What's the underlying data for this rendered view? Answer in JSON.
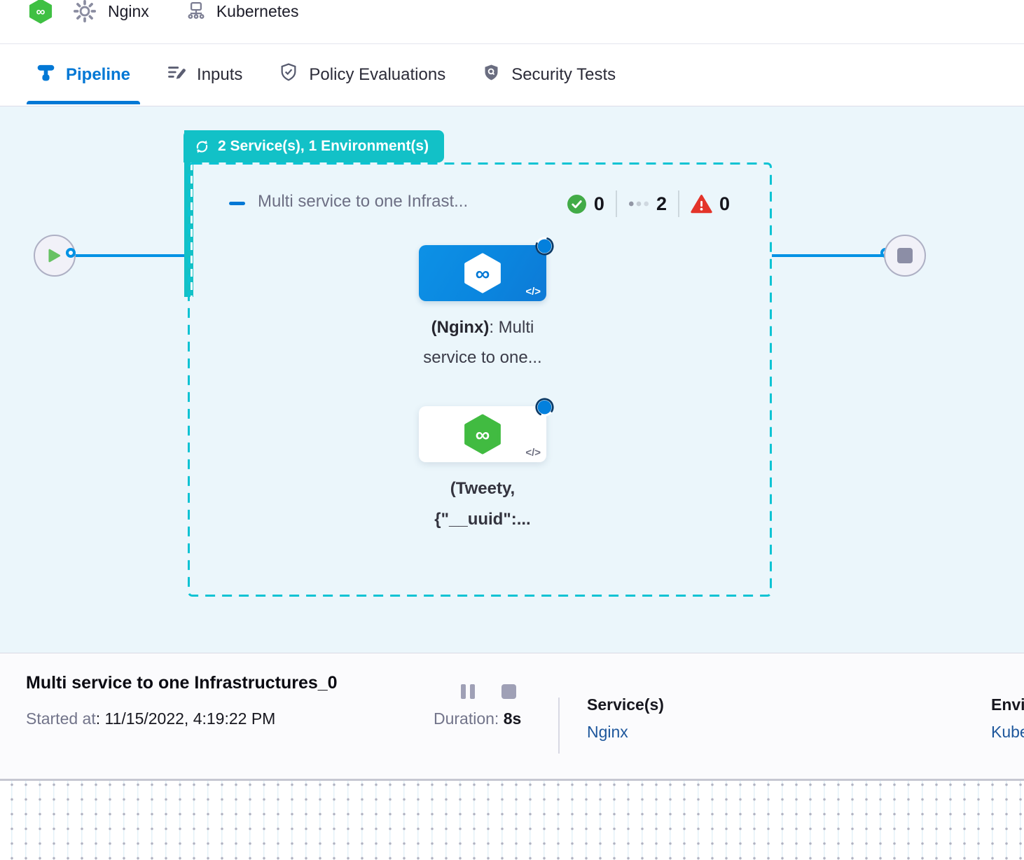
{
  "header": {
    "service_label": "Nginx",
    "environment_label": "Kubernetes"
  },
  "tabs": [
    {
      "label": "Pipeline",
      "active": true
    },
    {
      "label": "Inputs",
      "active": false
    },
    {
      "label": "Policy Evaluations",
      "active": false
    },
    {
      "label": "Security Tests",
      "active": false
    }
  ],
  "canvas": {
    "group_badge": "2 Service(s), 1 Environment(s)",
    "stage": {
      "title": "Multi service to one Infrast...",
      "success_count": "0",
      "running_count": "2",
      "failed_count": "0"
    },
    "nodes": [
      {
        "name_bold": "(Nginx)",
        "name_rest": ": Multi",
        "line2": "service to one...",
        "code_glyph": "</>"
      },
      {
        "line1": "(Tweety,",
        "line2": "{\"__uuid\":...",
        "code_glyph": "</>"
      }
    ]
  },
  "footer": {
    "title": "Multi service to one Infrastructures_0",
    "started_label": "Started at",
    "started_value": ": 11/15/2022, 4:19:22 PM",
    "duration_label": "Duration: ",
    "duration_value": "8s",
    "services_label": "Service(s)",
    "services_value": "Nginx",
    "environments_label": "Environment(s)",
    "environments_value": "Kubernetes"
  },
  "icons": {
    "harness_infinity": "∞",
    "gear": "settings",
    "infrastructure": "cluster",
    "pipeline": "pipeline-tee",
    "inputs": "edit-lines",
    "policy": "shield-check",
    "security": "shield-scan",
    "loop": "refresh-cycle",
    "collapse": "minus",
    "success": "check-circle",
    "running": "ellipsis-dots",
    "failed": "warning-triangle",
    "play": "play-triangle",
    "stop": "stop-square",
    "pause": "pause-bars",
    "code": "</>"
  },
  "colors": {
    "accent_blue": "#0278d5",
    "edge_blue": "#0092e4",
    "teal": "#12c1c7",
    "dash_teal": "#0cc3d3",
    "success_green": "#42ab47",
    "error_red": "#e3342a",
    "node_green": "#41bb41",
    "link_blue": "#1e579c",
    "canvas_bg": "#ebf6fb"
  }
}
